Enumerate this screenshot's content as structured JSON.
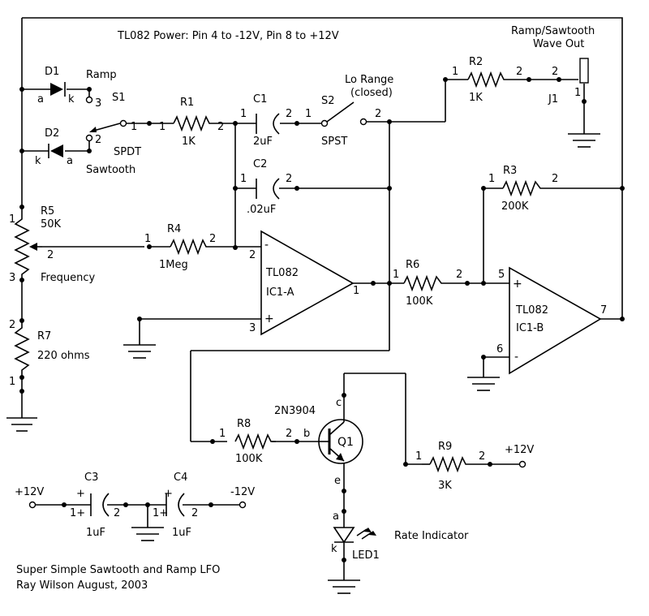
{
  "power_note": "TL082 Power: Pin 4 to -12V, Pin 8 to +12V",
  "output_label_1": "Ramp/Sawtooth",
  "output_label_2": "Wave Out",
  "title_1": "Super Simple Sawtooth and Ramp LFO",
  "title_2": "Ray Wilson August, 2003",
  "d1": {
    "name": "D1",
    "a": "a",
    "k": "k"
  },
  "d2": {
    "name": "D2",
    "a": "a",
    "k": "k"
  },
  "s1": {
    "name": "S1",
    "type": "SPDT",
    "ramp": "Ramp",
    "sawtooth": "Sawtooth",
    "p1": "1",
    "p2": "2",
    "p3": "3"
  },
  "r1": {
    "name": "R1",
    "value": "1K",
    "p1": "1",
    "p2": "2"
  },
  "c1": {
    "name": "C1",
    "value": "2uF",
    "p1": "1",
    "p2": "2"
  },
  "s2": {
    "name": "S2",
    "type": "SPST",
    "range1": "Lo Range",
    "range2": "(closed)",
    "p1": "1",
    "p2": "2"
  },
  "r2": {
    "name": "R2",
    "value": "1K",
    "p1": "1",
    "p2": "2"
  },
  "j1": {
    "name": "J1",
    "p1": "1",
    "p2": "2"
  },
  "c2": {
    "name": "C2",
    "value": ".02uF",
    "p1": "1",
    "p2": "2"
  },
  "r3": {
    "name": "R3",
    "value": "200K",
    "p1": "1",
    "p2": "2"
  },
  "r5": {
    "name": "R5",
    "value": "50K",
    "label": "Frequency",
    "p1": "1",
    "p2": "2",
    "p3": "3"
  },
  "r4": {
    "name": "R4",
    "value": "1Meg",
    "p1": "1",
    "p2": "2"
  },
  "ic1a": {
    "part": "TL082",
    "name": "IC1-A",
    "minus": "-",
    "plus": "+",
    "p1": "1",
    "p2": "2",
    "p3": "3"
  },
  "r6": {
    "name": "R6",
    "value": "100K",
    "p1": "1",
    "p2": "2"
  },
  "ic1b": {
    "part": "TL082",
    "name": "IC1-B",
    "minus": "-",
    "plus": "+",
    "p5": "5",
    "p6": "6",
    "p7": "7"
  },
  "r7": {
    "name": "R7",
    "value": "220 ohms",
    "p1": "1",
    "p2": "2"
  },
  "r8": {
    "name": "R8",
    "value": "100K",
    "p1": "1",
    "p2": "2"
  },
  "q1": {
    "name": "Q1",
    "part": "2N3904",
    "b": "b",
    "c": "c",
    "e": "e"
  },
  "r9": {
    "name": "R9",
    "value": "3K",
    "p1": "1",
    "p2": "2"
  },
  "v_r9": "+12V",
  "led1": {
    "name": "LED1",
    "label": "Rate Indicator",
    "a": "a",
    "k": "k"
  },
  "c3": {
    "name": "C3",
    "value": "1uF",
    "plus": "+",
    "p1": "1+",
    "p2": "2"
  },
  "c4": {
    "name": "C4",
    "value": "1uF",
    "plus": "+",
    "p1": "1+",
    "p2": "2"
  },
  "v_pos": "+12V",
  "v_neg": "-12V"
}
